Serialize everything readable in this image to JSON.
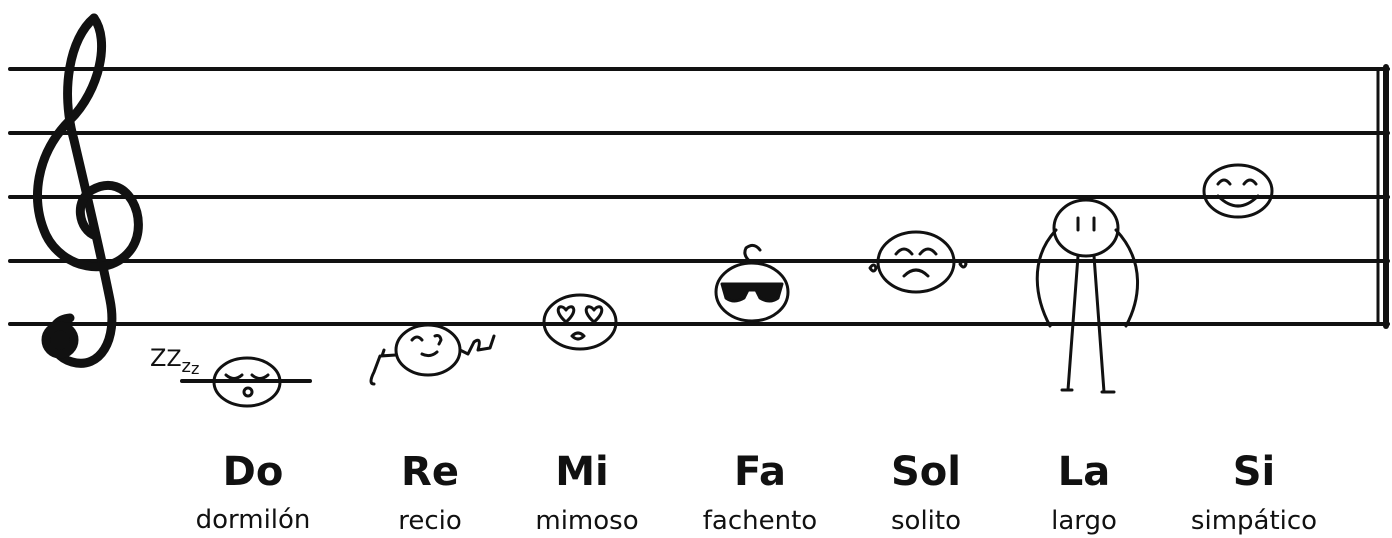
{
  "notes": [
    {
      "name": "Do",
      "desc": "dormilón"
    },
    {
      "name": "Re",
      "desc": "recio"
    },
    {
      "name": "Mi",
      "desc": "mimoso"
    },
    {
      "name": "Fa",
      "desc": "fachento"
    },
    {
      "name": "Sol",
      "desc": "solito"
    },
    {
      "name": "La",
      "desc": "largo"
    },
    {
      "name": "Si",
      "desc": "simpático"
    }
  ],
  "zzz": {
    "z1": "Z",
    "z2": "Z",
    "z3": "z",
    "z4": "z"
  },
  "colors": {
    "ink": "#111111",
    "background": "#ffffff",
    "glasses": "#111111"
  }
}
